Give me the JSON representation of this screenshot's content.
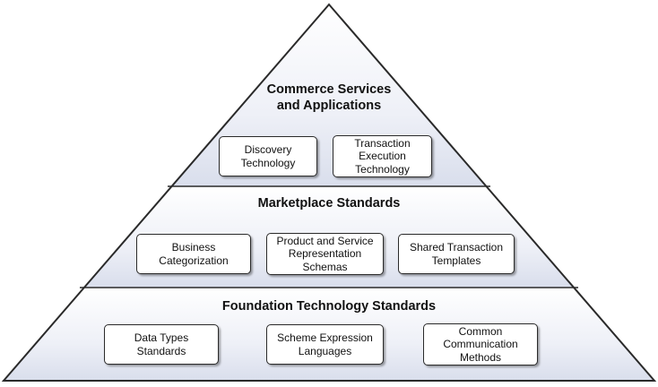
{
  "tiers": {
    "top": {
      "title": "Commerce Services\nand Applications",
      "boxes": [
        {
          "label": "Discovery\nTechnology"
        },
        {
          "label": "Transaction\nExecution\nTechnology"
        }
      ]
    },
    "middle": {
      "title": "Marketplace Standards",
      "boxes": [
        {
          "label": "Business\nCategorization"
        },
        {
          "label": "Product and Service\nRepresentation\nSchemas"
        },
        {
          "label": "Shared Transaction\nTemplates"
        }
      ]
    },
    "bottom": {
      "title": "Foundation Technology Standards",
      "boxes": [
        {
          "label": "Data Types\nStandards"
        },
        {
          "label": "Scheme Expression\nLanguages"
        },
        {
          "label": "Common\nCommunication\nMethods"
        }
      ]
    }
  },
  "colors": {
    "outline": "#2a2a2a",
    "fill_light": "#ffffff",
    "fill_shade": "#d9deec"
  }
}
